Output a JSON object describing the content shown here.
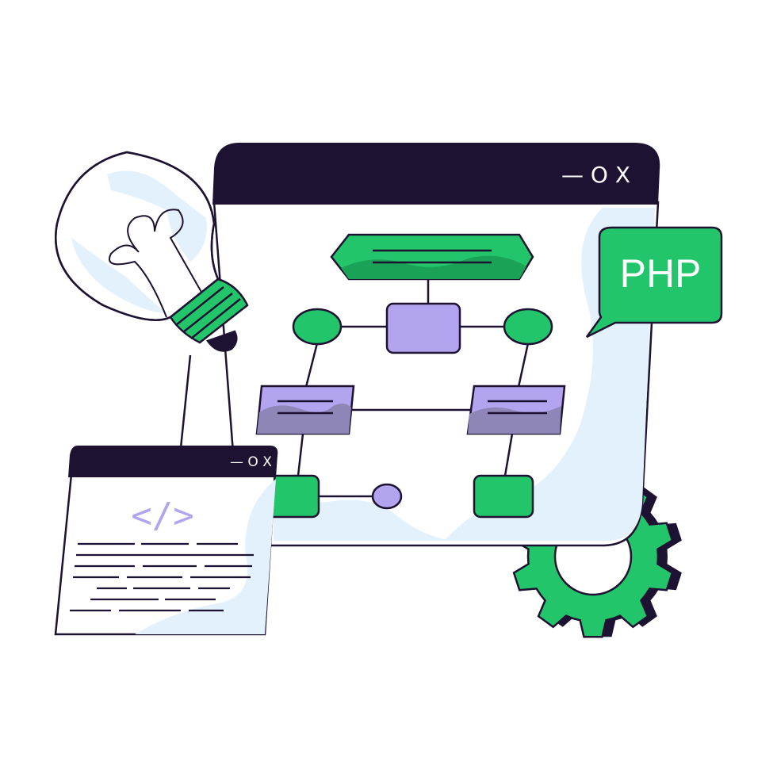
{
  "colors": {
    "outline": "#1e1233",
    "green": "#22c56a",
    "green_dark": "#1aa356",
    "purple": "#b3a4ef",
    "purple_dark": "#8f86b8",
    "light_blue": "#e3f1fd",
    "white": "#ffffff"
  },
  "main_window": {
    "controls": "— O X"
  },
  "code_window": {
    "controls": "— O X",
    "code_symbol": "</>"
  },
  "speech_bubble": {
    "label": "PHP"
  },
  "icons": [
    "lightbulb-icon",
    "gear-icon",
    "code-icon",
    "flowchart-diagram"
  ]
}
